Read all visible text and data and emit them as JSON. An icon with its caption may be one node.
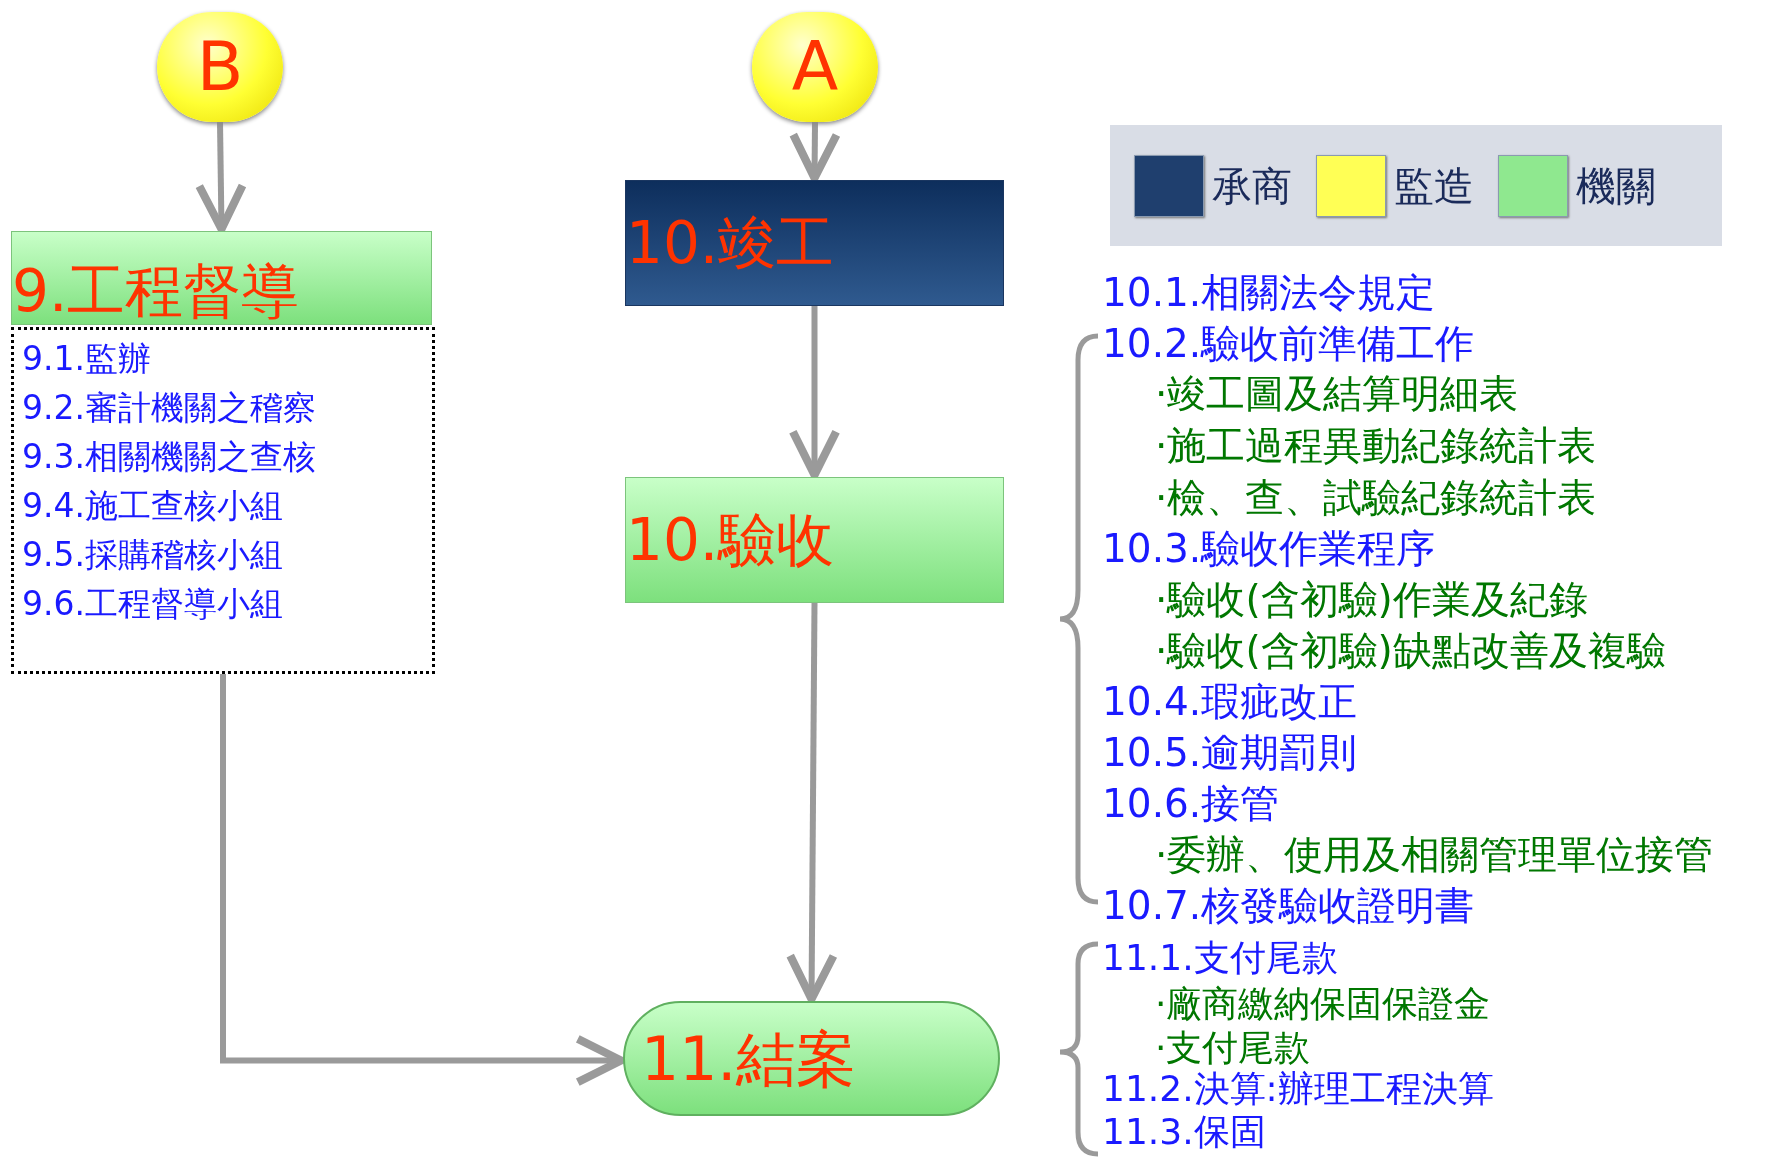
{
  "diagram": {
    "nodes": [
      {
        "text": [
          "B"
        ]
      },
      {
        "text": [
          "A"
        ]
      },
      {
        "text": [
          "9.工程督導"
        ]
      },
      {
        "text": [
          "9.1.監辦",
          "9.2.審計機關之稽察",
          "9.3.相關機關之查核",
          "9.4.施工查核小組",
          "9.5.採購稽核小組",
          "9.6.工程督導小組"
        ]
      },
      {
        "text": [
          "10.竣工"
        ]
      },
      {
        "text": [
          "10.驗收"
        ]
      },
      {
        "text": [
          "11.結案"
        ]
      }
    ],
    "edges": [
      {
        "from": 0,
        "to": 2,
        "arrow": "to"
      },
      {
        "from": 1,
        "to": 4,
        "arrow": "to"
      },
      {
        "from": 4,
        "to": 5,
        "arrow": "to"
      },
      {
        "from": 5,
        "to": 6,
        "arrow": "to"
      },
      {
        "from": 3,
        "to": 6,
        "arrow": "to"
      }
    ],
    "labels": [
      "10.1.相關法令規定",
      "10.2.驗收前準備工作",
      "·竣工圖及結算明細表",
      "·施工過程異動紀錄統計表",
      "·檢、查、試驗紀錄統計表",
      "10.3.驗收作業程序",
      "·驗收(含初驗)作業及紀錄",
      "·驗收(含初驗)缺點改善及複驗",
      "10.4.瑕疵改正",
      "10.5.逾期罰則",
      "10.6.接管",
      "·委辦、使用及相關管理單位接管",
      "10.7.核發驗收證明書",
      "11.1.支付尾款",
      "·廠商繳納保固保證金",
      "·支付尾款",
      "11.2.決算:辦理工程決算",
      "11.3.保固"
    ],
    "legend": [
      {
        "text": "承商",
        "color": "#1f3f6e"
      },
      {
        "text": "監造",
        "color": "#ffff55"
      },
      {
        "text": "機關",
        "color": "#8fe88f"
      }
    ]
  }
}
